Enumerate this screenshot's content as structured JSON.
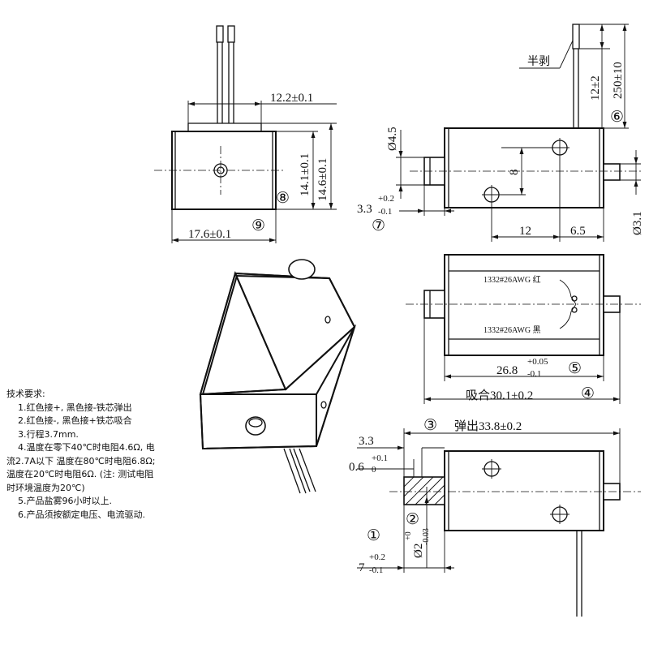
{
  "dims": {
    "width_top": "12.2±0.1",
    "width_body": "17.6±0.1",
    "height_a": "14.1±0.1",
    "height_b": "14.6±0.1",
    "dia_plunger": "Ø4.5",
    "stroke_ofs": "3.3",
    "stroke_ofs_tol": "+0.2",
    "stroke_ofs_tol2": "-0.1",
    "hole_pitch_v": "8",
    "hole_pos_h": "12",
    "hole_pos_h2": "6.5",
    "dia_rear": "Ø3.1",
    "lead_strip": "12±2",
    "lead_len": "250±10",
    "half_strip": "半剥",
    "len_body": "26.8",
    "len_body_tol": "+0.05",
    "len_body_tol2": "-0.1",
    "len_pull": "吸合30.1±0.2",
    "len_push": "弹出33.8±0.2",
    "tip_a": "3.3",
    "tip_b": "0.6",
    "tip_b_tol": "+0.1",
    "tip_b_tol2": "0",
    "tip_c": "7",
    "tip_c_tol": "+0.2",
    "tip_c_tol2": "-0.1",
    "tip_dia": "Ø2",
    "tip_dia_tol": "+0",
    "tip_dia_tol2": "-0.03",
    "wire_red": "1332#26AWG 红",
    "wire_black": "1332#26AWG 黑"
  },
  "markers": [
    "①",
    "②",
    "③",
    "④",
    "⑤",
    "⑥",
    "⑦",
    "⑧",
    "⑨"
  ],
  "notes": {
    "title": "技术要求:",
    "items": [
      "1.红色接+, 黑色接-铁芯弹出",
      "2.红色接-, 黑色接+铁芯吸合",
      "3.行程3.7mm.",
      "4.温度在零下40℃时电阻4.6Ω, 电"
    ],
    "cont": [
      "流2.7A以下   温度在80℃时电阻6.8Ω;",
      "温度在20℃时电阻6Ω. (注: 测试电阻",
      "时环境温度为20℃)"
    ],
    "items2": [
      "5.产品盐雾96小时以上.",
      "6.产品须按额定电压、电流驱动."
    ]
  }
}
